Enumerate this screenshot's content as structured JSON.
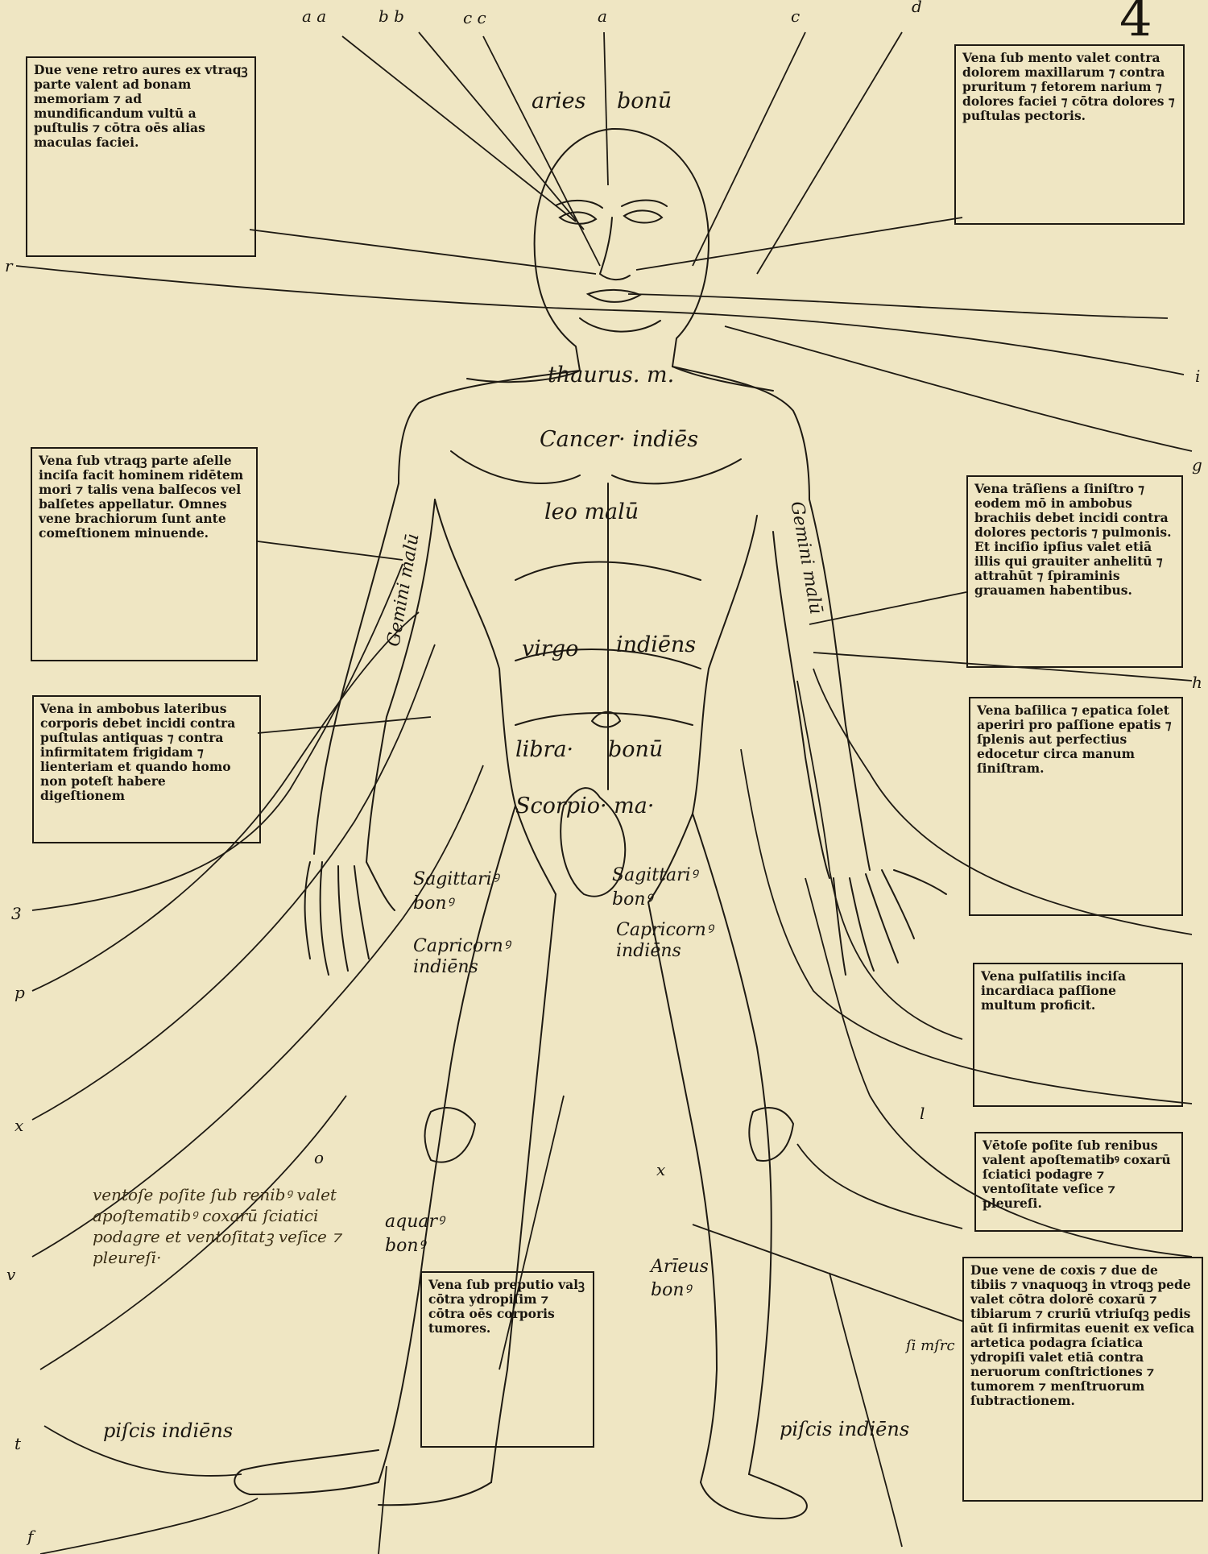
{
  "folio": "4",
  "top_letters": [
    "a a",
    "b b",
    "c c",
    "a",
    "c",
    "d"
  ],
  "edge_letters_left": [
    "r",
    "3",
    "p",
    "x",
    "v",
    "t",
    "f"
  ],
  "edge_letters_right": [
    "i",
    "g",
    "h"
  ],
  "inner_marks": {
    "l": "l",
    "x": "x",
    "o": "o",
    "si_infre": "ſi mſrc"
  },
  "zodiac": {
    "aries": [
      "aries",
      "bonū"
    ],
    "taurus": "thaurus. m.",
    "cancer": "Cancer· indiēs",
    "leo": "leo malū",
    "gemini_left": "Gemini malū",
    "gemini_right": "Gemini malū",
    "virgo": [
      "virgo",
      "indiēns"
    ],
    "libra": [
      "libra·",
      "bonū"
    ],
    "scorpio": "Scorpio· ma·",
    "sagittarius_left": "Sagittariꝰ bonꝰ",
    "sagittarius_right": "Sagittariꝰ bonꝰ",
    "capricorn_left": "Capricornꝰ indiēns",
    "capricorn_right": "Capricornꝰ indiēns",
    "aquarius": "aquarꝰ bonꝰ",
    "aries_leg": "Arīeus bonꝰ",
    "pisces_left": "piſcis indiēns",
    "pisces_right": "piſcis indiēns"
  },
  "boxes": {
    "top_left": "Due vene retro aures ex vtraqꝫ parte valent ad bonam memoriam ⁊ ad mundificandum vultū a puſtulis ⁊ cōtra oēs alias maculas faciei.",
    "top_right": "Vena ſub mento valet contra dolorem maxillarum ⁊ contra pruritum ⁊ fetorem narium ⁊ dolores faciei ⁊ cōtra dolores ⁊ puſtulas pectoris.",
    "left_mid": "Vena ſub vtraqꝫ parte aſelle inciſa facit hominem ridētem mori ⁊ talis vena balſecos vel balſetes appellatur. Omnes vene brachiorum ſunt ante comeſtionem minuende.",
    "left_low": "Vena in ambobus lateribus corporis debet incidi contra puſtulas antiquas ⁊ contra infirmitatem frigidam ⁊ lienteriam et quando homo non poteſt habere digeſtionem",
    "right_1": "Vena trāſiens a ſiniſtro ⁊ eodem mō in ambobus brachiis debet incidi contra dolores pectoris ⁊ pulmonis. Et inciſio ipſius valet etiā illis qui grauiter anhelitū ⁊ attrahūt ⁊ ſpiraminis grauamen habentibus.",
    "right_2": "Vena baſilica ⁊ epatica ſolet aperiri pro paſſione epatis ⁊ ſplenis aut perfectius edocetur circa manum ſiniſtram.",
    "right_3": "Vena pulſatilis inciſa incardiaca paſſione multum proficit.",
    "right_4": "Vētoſe poſite ſub renibus valent apoſtematibꝰ coxarū ſciatici podagre ⁊ ventoſitate veſice ⁊ pleureſi.",
    "right_5": "Due vene de coxis ⁊ due de tibiis ⁊ vnaquoqꝫ in vtroqꝫ pede valet cōtra dolorē coxarū ⁊ tibiarum ⁊ cruriū vtriuſqꝫ pedis aūt ſi infirmitas euenit ex veſica artetica podagra ſciatica ydropiſi valet etiā contra neruorum conſtrictiones ⁊ tumorem ⁊ menſtruorum ſubtractionem.",
    "bottom_center": "Vena ſub preputio valꝫ cōtra ydropiſim ⁊ cōtra oēs corporis tumores."
  },
  "handwritten_note": "ventoſe poſite ſub renibꝰ valet apoſtematibꝰ coxarū ſciatici podagre et ventoſitatꝫ veſice ⁊ pleureſi·"
}
